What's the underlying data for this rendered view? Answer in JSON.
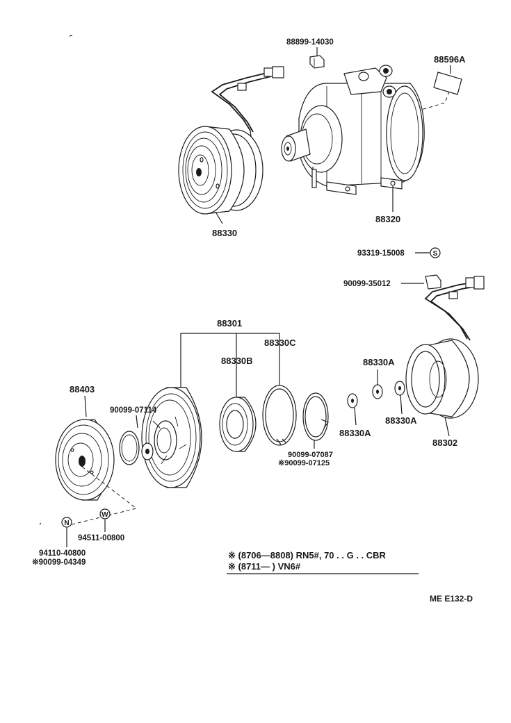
{
  "labels": {
    "p88899_14030": "88899-14030",
    "p88596a": "88596A",
    "p88330_top": "88330",
    "p88320": "88320",
    "p93319_15008": "93319-15008",
    "p90099_35012": "90099-35012",
    "p88301": "88301",
    "p88330c": "88330C",
    "p88330b": "88330B",
    "p88330a_top": "88330A",
    "p88403": "88403",
    "p90099_07114": "90099-07114",
    "p88330a_mid": "88330A",
    "p88330a_right": "88330A",
    "p88302": "88302",
    "p90099_07087": "90099-07087",
    "p90099_07125": "※90099-07125",
    "p94110_40800": "94110-40800",
    "p90099_04349": "※90099-04349",
    "p94511_00800": "94511-00800"
  },
  "markers": {
    "s": "S",
    "n": "N",
    "w": "W"
  },
  "notes": {
    "line1": "※ (8706—8808) RN5#, 70 . . G . . CBR",
    "line2": "※ (8711—          ) VN6#"
  },
  "footer": {
    "code": "ME  E132-D"
  }
}
